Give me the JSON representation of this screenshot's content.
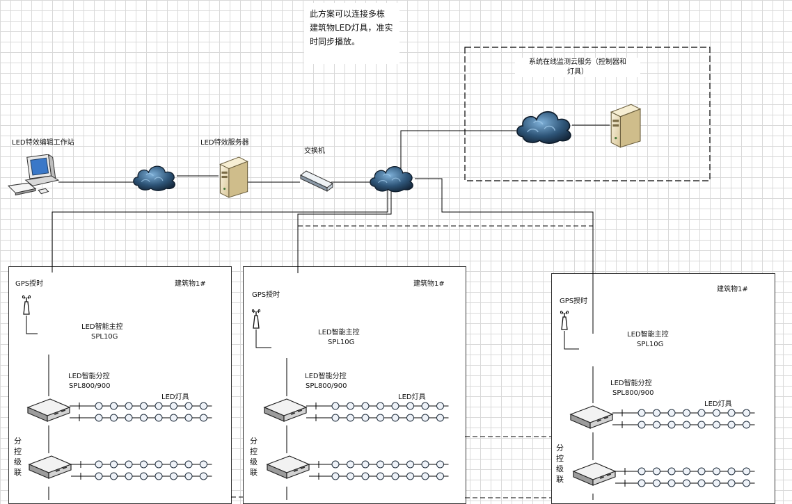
{
  "note": {
    "lines": [
      "此方案可以连接多栋",
      "建筑物LED灯具，准实",
      "时同步播放。"
    ]
  },
  "cloud_service": {
    "title_line1": "系统在线监测云服务（控制器和",
    "title_line2": "灯具）"
  },
  "top_row": {
    "workstation": "LED特效编辑工作站",
    "server": "LED特效服务器",
    "switch": "交换机"
  },
  "buildings": [
    {
      "gps": "GPS授时",
      "name": "建筑物1#",
      "main_ctrl": "LED智能主控",
      "main_model": "SPL10G",
      "sub_ctrl": "LED智能分控",
      "sub_model": "SPL800/900",
      "fixture": "LED灯具",
      "cascade": [
        "分",
        "控",
        "级",
        "联"
      ]
    },
    {
      "gps": "GPS授时",
      "name": "建筑物1#",
      "main_ctrl": "LED智能主控",
      "main_model": "SPL10G",
      "sub_ctrl": "LED智能分控",
      "sub_model": "SPL800/900",
      "fixture": "LED灯具",
      "cascade": [
        "分",
        "控",
        "级",
        "联"
      ]
    },
    {
      "gps": "GPS授时",
      "name": "建筑物1#",
      "main_ctrl": "LED智能主控",
      "main_model": "SPL10G",
      "sub_ctrl": "LED智能分控",
      "sub_model": "SPL800/900",
      "fixture": "LED灯具",
      "cascade": [
        "分",
        "控",
        "级",
        "联"
      ]
    }
  ],
  "colors": {
    "cloud_dark": "#1d3550",
    "cloud_light": "#6f9fc8",
    "server_body": "#efe2bd",
    "device_gray": "#d6d6d6",
    "led_fill": "#eef2f8"
  },
  "icons": [
    "computer-icon",
    "cloud-icon",
    "server-icon",
    "switch-icon",
    "gps-antenna-icon",
    "controller-icon",
    "led-fixture-icon"
  ]
}
